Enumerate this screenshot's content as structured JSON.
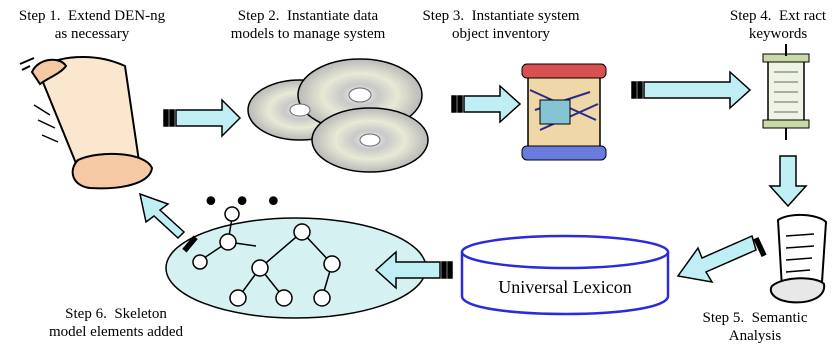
{
  "steps": {
    "s1": "Step 1.  Extend DEN-ng\nas necessary",
    "s2": "Step 2.  Instantiate data\nmodels to manage system",
    "s3": "Step 3.  Instantiate system\nobject inventory",
    "s4": "Step 4.  Ext ract\nkeywords",
    "s5": "Step 5.  Semantic\nAnalysis",
    "s6": "Step 6.  Skeleton\nmodel elements added"
  },
  "lexicon": "Universal Lexicon",
  "ellipsis": "• • •",
  "icons": [
    "scroll-icon",
    "discs-icon",
    "scroll-bundle-icon",
    "parchment-icon",
    "paper-scroll-icon",
    "tree-graph-icon"
  ],
  "colors": {
    "arrow_fill": "#bfeff4",
    "arrow_stroke": "#000000",
    "lexicon_stroke": "#2b2bdc",
    "cloud_fill": "#d6f1f1"
  }
}
